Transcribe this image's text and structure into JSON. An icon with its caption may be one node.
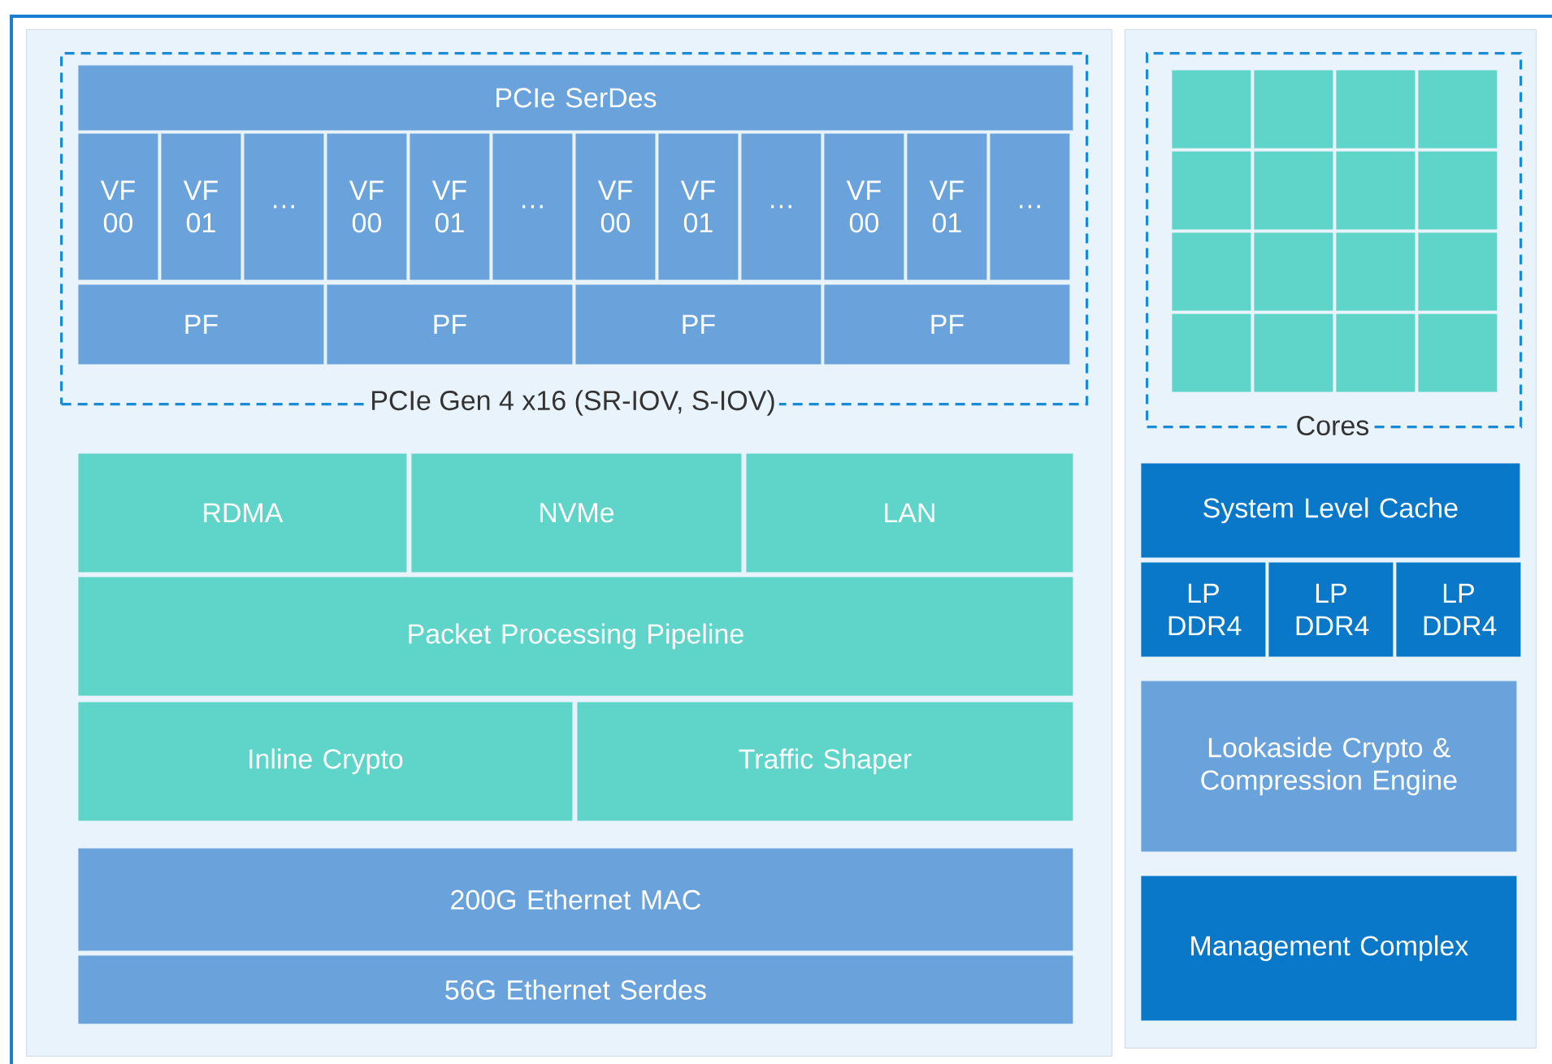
{
  "diagram": {
    "nodes": [
      {
        "text": [],
        "shape": "box"
      },
      {
        "text": [
          "PCIe Gen 4 x16 (SR-IOV, S-IOV)"
        ],
        "in": 0
      },
      {
        "text": [
          "PCIe SerDes"
        ],
        "in": 1
      },
      {
        "text": [
          "VF 00"
        ],
        "in": 1
      },
      {
        "text": [
          "VF 01"
        ],
        "in": 1
      },
      {
        "text": [
          "…"
        ],
        "in": 1
      },
      {
        "text": [
          "VF 00"
        ],
        "in": 1
      },
      {
        "text": [
          "VF 01"
        ],
        "in": 1
      },
      {
        "text": [
          "…"
        ],
        "in": 1
      },
      {
        "text": [
          "VF 00"
        ],
        "in": 1
      },
      {
        "text": [
          "VF 01"
        ],
        "in": 1
      },
      {
        "text": [
          "…"
        ],
        "in": 1
      },
      {
        "text": [
          "VF 00"
        ],
        "in": 1
      },
      {
        "text": [
          "VF 01"
        ],
        "in": 1
      },
      {
        "text": [
          "…"
        ],
        "in": 1
      },
      {
        "text": [
          "PF"
        ],
        "in": 1
      },
      {
        "text": [
          "PF"
        ],
        "in": 1
      },
      {
        "text": [
          "PF"
        ],
        "in": 1
      },
      {
        "text": [
          "PF"
        ],
        "in": 1
      },
      {
        "text": [
          "RDMA"
        ],
        "in": 0
      },
      {
        "text": [
          "NVMe"
        ],
        "in": 0
      },
      {
        "text": [
          "LAN"
        ],
        "in": 0
      },
      {
        "text": [
          "Packet Processing Pipeline"
        ],
        "in": 0
      },
      {
        "text": [
          "Inline Crypto"
        ],
        "in": 0
      },
      {
        "text": [
          "Traffic Shaper"
        ],
        "in": 0
      },
      {
        "text": [
          "200G Ethernet MAC"
        ],
        "in": 0
      },
      {
        "text": [
          "56G Ethernet Serdes"
        ],
        "in": 0
      },
      {
        "text": [],
        "shape": "box"
      },
      {
        "text": [
          "Cores"
        ],
        "in": 27
      },
      {
        "text": [],
        "shape": "box",
        "in": 28
      },
      {
        "text": [],
        "shape": "box",
        "in": 28
      },
      {
        "text": [],
        "shape": "box",
        "in": 28
      },
      {
        "text": [],
        "shape": "box",
        "in": 28
      },
      {
        "text": [],
        "shape": "box",
        "in": 28
      },
      {
        "text": [],
        "shape": "box",
        "in": 28
      },
      {
        "text": [],
        "shape": "box",
        "in": 28
      },
      {
        "text": [],
        "shape": "box",
        "in": 28
      },
      {
        "text": [],
        "shape": "box",
        "in": 28
      },
      {
        "text": [],
        "shape": "box",
        "in": 28
      },
      {
        "text": [],
        "shape": "box",
        "in": 28
      },
      {
        "text": [],
        "shape": "box",
        "in": 28
      },
      {
        "text": [],
        "shape": "box",
        "in": 28
      },
      {
        "text": [],
        "shape": "box",
        "in": 28
      },
      {
        "text": [],
        "shape": "box",
        "in": 28
      },
      {
        "text": [],
        "shape": "box",
        "in": 28
      },
      {
        "text": [
          "System Level Cache"
        ],
        "in": 27
      },
      {
        "text": [
          "LP DDR4"
        ],
        "in": 27
      },
      {
        "text": [
          "LP DDR4"
        ],
        "in": 27
      },
      {
        "text": [
          "LP DDR4"
        ],
        "in": 27
      },
      {
        "text": [
          "Lookaside Crypto & Compression Engine"
        ],
        "in": 27
      },
      {
        "text": [
          "Management Complex"
        ],
        "in": 27
      }
    ]
  }
}
